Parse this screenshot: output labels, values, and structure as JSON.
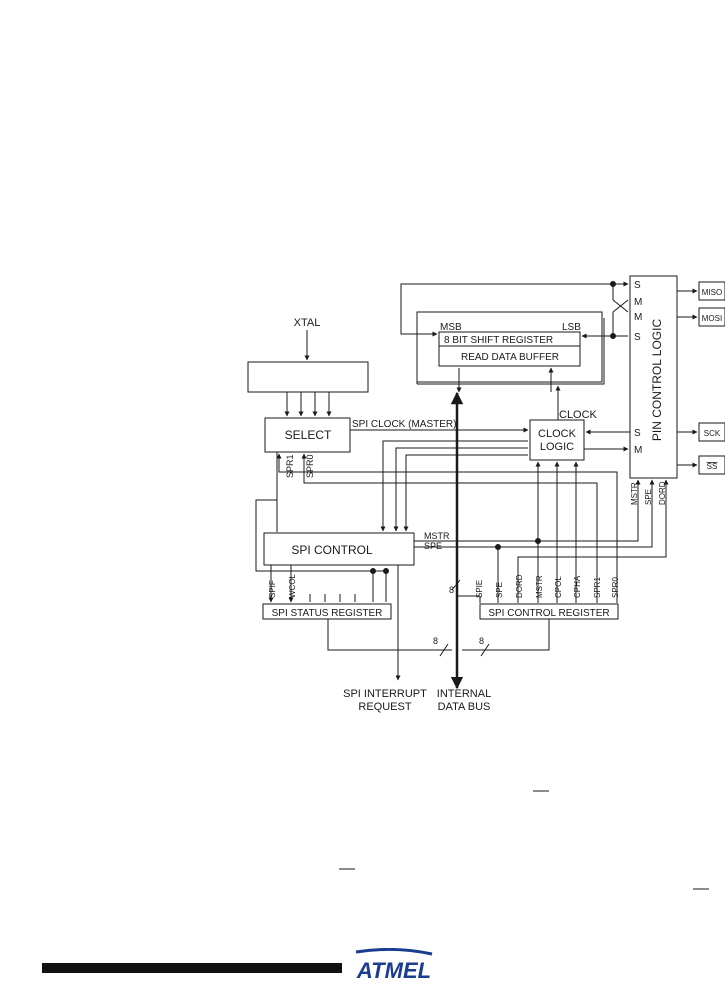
{
  "diagram": {
    "xtal": "XTAL",
    "select": "SELECT",
    "spi_clock_master": "SPI CLOCK (MASTER)",
    "clock_label": "CLOCK",
    "clock_logic_line1": "CLOCK",
    "clock_logic_line2": "LOGIC",
    "msb": "MSB",
    "lsb": "LSB",
    "shift_register": "8 BIT SHIFT REGISTER",
    "read_data_buffer": "READ DATA BUFFER",
    "pin_control_logic": "PIN CONTROL LOGIC",
    "pin_ports": {
      "s1": "S",
      "m1": "M",
      "m2": "M",
      "s2": "S",
      "s3": "S",
      "m3": "M"
    },
    "pins": {
      "miso": "MISO",
      "mosi": "MOSI",
      "sck": "SCK",
      "ss": "SS"
    },
    "spi_control": "SPI CONTROL",
    "mstr_signal": "MSTR",
    "spe_signal": "SPE",
    "spr1": "SPR1",
    "spr0": "SPR0",
    "status_register": "SPI STATUS REGISTER",
    "status_bits": [
      "SPIF",
      "WCOL"
    ],
    "control_register": "SPI CONTROL REGISTER",
    "control_bits": [
      "SPIE",
      "SPE",
      "DORD",
      "MSTR",
      "CPOL",
      "CPHA",
      "SPR1",
      "SPR0"
    ],
    "pin_ctrl_inputs": [
      "MSTR",
      "SPE",
      "DORD"
    ],
    "bus_width": "8",
    "interrupt_line1": "SPI INTERRUPT",
    "interrupt_line2": "REQUEST",
    "bus_line1": "INTERNAL",
    "bus_line2": "DATA BUS"
  },
  "logo_text": "ATMEL"
}
